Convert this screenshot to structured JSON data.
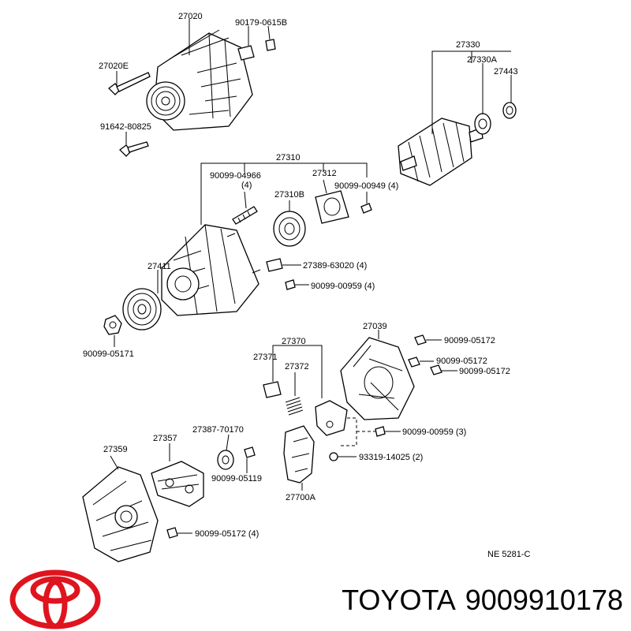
{
  "diagram": {
    "callouts": {
      "c27020": "27020",
      "c90179_0615B": "90179-0615B",
      "c27020E": "27020E",
      "c91642_80825": "91642-80825",
      "c27330": "27330",
      "c27330A": "27330A",
      "c27443": "27443",
      "c27310": "27310",
      "c90099_04966": "90099-04966",
      "c90099_04966_qty": "(4)",
      "c27312": "27312",
      "c27310B": "27310B",
      "c90099_00949": "90099-00949 (4)",
      "c27411": "27411",
      "c27389_63020": "27389-63020 (4)",
      "c90099_00959a": "90099-00959 (4)",
      "c90099_05171": "90099-05171",
      "c27039": "27039",
      "c90099_05172a": "90099-05172",
      "c90099_05172b": "90099-05172",
      "c90099_05172c": "90099-05172",
      "c27370": "27370",
      "c27371": "27371",
      "c27372": "27372",
      "c90099_00959b": "90099-00959 (3)",
      "c93319_14025": "93319-14025 (2)",
      "c27359": "27359",
      "c27357": "27357",
      "c27387_70170": "27387-70170",
      "c90099_05119": "90099-05119",
      "c27700A": "27700A",
      "c90099_05172d": "90099-05172 (4)"
    },
    "figure_code": "NE 5281-C"
  },
  "footer": {
    "brand": "TOYOTA",
    "part_number": "9009910178",
    "logo_color": "#e0141e"
  }
}
